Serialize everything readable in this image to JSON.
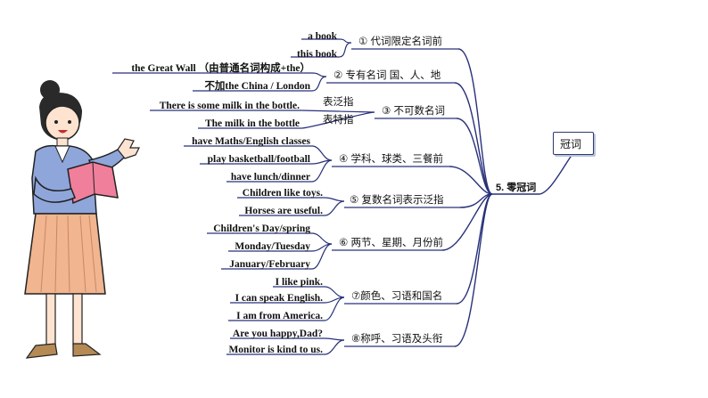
{
  "topic": "冠词",
  "root": "5. 零冠词",
  "branches": [
    {
      "label": "① 代词限定名词前",
      "examples": [
        "a book",
        "this book"
      ]
    },
    {
      "label": "② 专有名词 国、人、地",
      "examples": [
        "the Great Wall （由普通名词构成+the）",
        "不加the  China / London"
      ]
    },
    {
      "label": "③ 不可数名词",
      "examples": [
        "There is some milk in the bottle.",
        "The milk in the bottle"
      ],
      "notes": [
        "表泛指",
        "表特指"
      ]
    },
    {
      "label": "④ 学科、球类、三餐前",
      "examples": [
        "have Maths/English classes",
        "play basketball/football",
        "have lunch/dinner"
      ]
    },
    {
      "label": "⑤ 复数名词表示泛指",
      "examples": [
        "Children like toys.",
        "Horses are useful."
      ]
    },
    {
      "label": "⑥ 两节、星期、月份前",
      "examples": [
        "Children's Day/spring",
        "Monday/Tuesday",
        "January/February"
      ]
    },
    {
      "label": "⑦颜色、习语和国名",
      "examples": [
        "I like pink.",
        "I can speak English.",
        "I am from America."
      ]
    },
    {
      "label": "⑧称呼、习语及头衔",
      "examples": [
        "Are you happy,Dad?",
        "Monitor is kind to us."
      ]
    }
  ],
  "colors": {
    "line": "#27307a",
    "topic_shadow": "#b9c3dd",
    "jacket": "#8fa6db",
    "skirt": "#f1b58f",
    "book": "#f07f9c"
  }
}
